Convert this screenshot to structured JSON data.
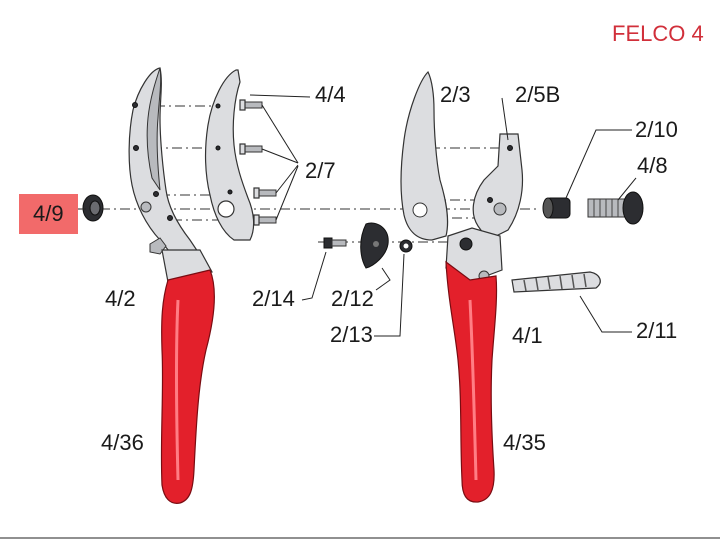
{
  "brand": "FELCO 4",
  "highlight_color": "#f26a6a",
  "handle_color": "#e3202b",
  "labels": {
    "p4_9": "4/9",
    "p4_4": "4/4",
    "p2_7": "2/7",
    "p4_2": "4/2",
    "p4_36": "4/36",
    "p2_3": "2/3",
    "p2_5b": "2/5B",
    "p2_10": "2/10",
    "p4_8": "4/8",
    "p2_14": "2/14",
    "p2_12": "2/12",
    "p2_13": "2/13",
    "p2_11": "2/11",
    "p4_1": "4/1",
    "p4_35": "4/35"
  }
}
